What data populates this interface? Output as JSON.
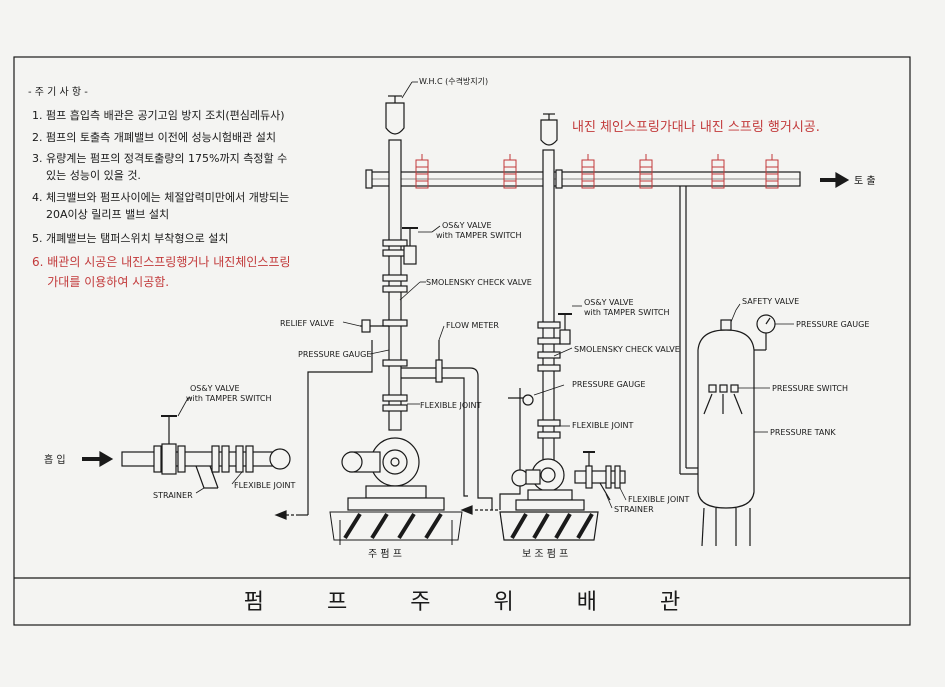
{
  "notes": {
    "heading": "- 주 기 사 항 -",
    "items": [
      "1. 펌프 흡입측 배관은 공기고임 방지 조치(편심레듀사)",
      "2. 펌프의 토출측 개폐밸브 이전에 성능시험배관 설치",
      "3. 유량계는 펌프의 정격토출량의 175%까지 측정할 수",
      "    있는 성능이 있을 것.",
      "4. 체크밸브와 펌프사이에는 체절압력미만에서 개방되는",
      "    20A이상 릴리프 밸브 설치",
      "5. 개폐밸브는 탬퍼스위치 부착형으로 설치"
    ],
    "red_item_line1": "6. 배관의 시공은 내진스프링행거나 내진체인스프링",
    "red_item_line2": "    가대를 이용하여 시공함.",
    "red_top_note": "내진 체인스프링가대나 내진 스프링 행거시공."
  },
  "labels": {
    "whc": "W.H.C (수격방지기)",
    "osy_main": "OS&Y VALVE",
    "osy_main_sub": "with TAMPER SWITCH",
    "smolensky_main": "SMOLENSKY CHECK VALVE",
    "relief_valve": "RELIEF VALVE",
    "flow_meter": "FLOW METER",
    "pressure_gauge_main": "PRESSURE GAUGE",
    "flexible_joint_main": "FLEXIBLE JOINT",
    "osy_aux": "OS&Y VALVE",
    "osy_aux_sub": "with TAMPER SWITCH",
    "smolensky_aux": "SMOLENSKY CHECK VALVE",
    "pressure_gauge_aux": "PRESSURE GAUGE",
    "flexible_joint_aux": "FLEXIBLE JOINT",
    "flexible_joint_aux2": "FLEXIBLE JOINT",
    "strainer_aux": "STRAINER",
    "osy_suction": "OS&Y VALVE",
    "osy_suction_sub": "with TAMPER SWITCH",
    "strainer_suction": "STRAINER",
    "flexible_joint_suction": "FLEXIBLE JOINT",
    "suction": "흡 입",
    "discharge": "토 출",
    "main_pump": "주 펌 프",
    "aux_pump": "보 조 펌 프",
    "safety_valve": "SAFETY VALVE",
    "pressure_gauge_tank": "PRESSURE GAUGE",
    "pressure_switch": "PRESSURE SWITCH",
    "pressure_tank": "PRESSURE TANK"
  },
  "title": "펌 프 주 위 배 관",
  "colors": {
    "line": "#1a1a1a",
    "red": "#c2393a",
    "paper": "#f4f4f2"
  }
}
